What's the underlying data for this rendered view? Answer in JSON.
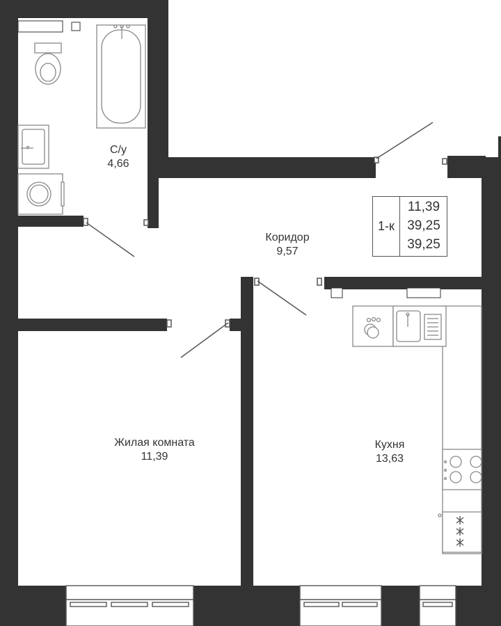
{
  "apartment": {
    "type_label": "1-к",
    "areas": [
      "11,39",
      "39,25",
      "39,25"
    ]
  },
  "rooms": [
    {
      "name": "С/у",
      "area": "4,66"
    },
    {
      "name": "Коридор",
      "area": "9,57"
    },
    {
      "name": "Жилая комната",
      "area": "11,39"
    },
    {
      "name": "Кухня",
      "area": "13,63"
    }
  ],
  "colors": {
    "wall": "#333333",
    "fixture": "#888888",
    "background": "#ffffff"
  }
}
